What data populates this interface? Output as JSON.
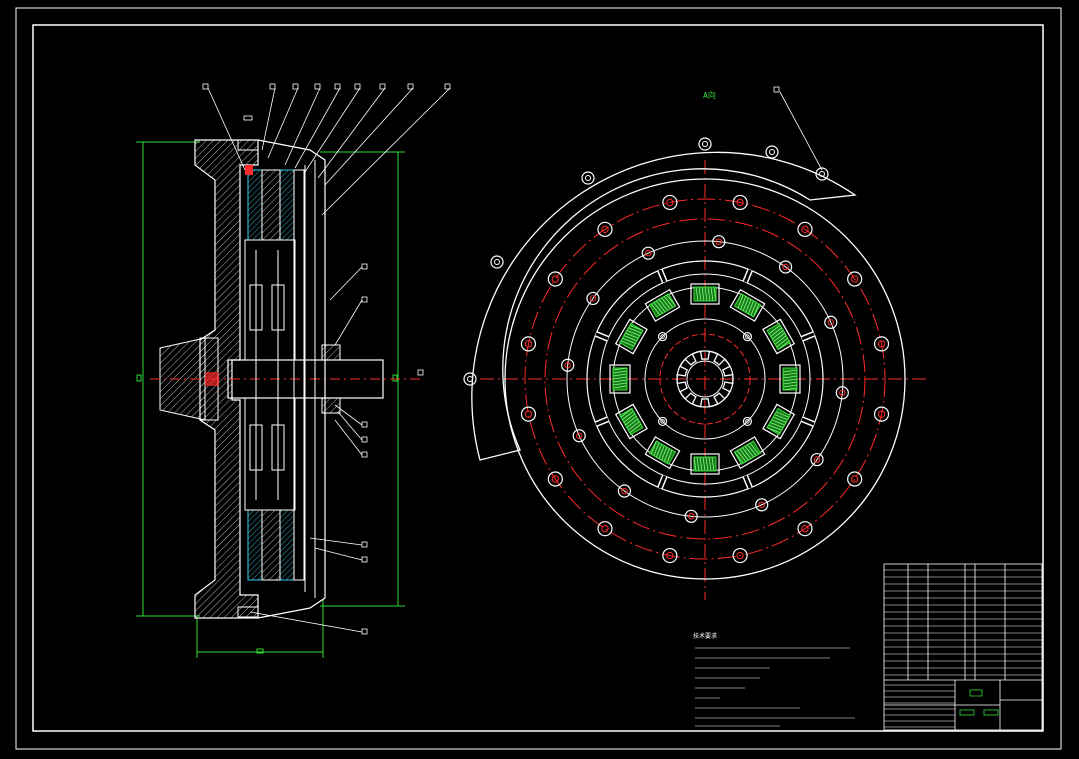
{
  "drawing": {
    "background": "#000000",
    "line_color": "#ffffff",
    "accent_red": "#ff2a2a",
    "accent_green": "#33dd33",
    "accent_cyan": "#33ccee",
    "section_label": "A向",
    "notes_title": "技术要求",
    "notes": [
      "1.",
      "2.",
      "3.",
      "4.",
      "5.",
      "6.",
      "7.",
      "8."
    ]
  }
}
